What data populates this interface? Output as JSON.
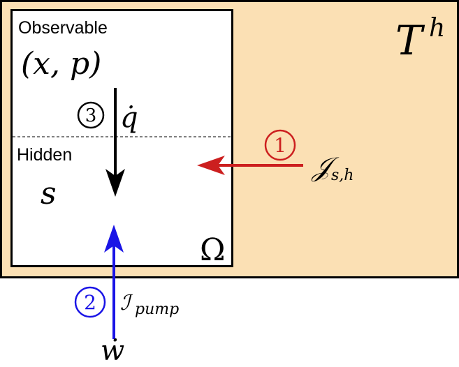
{
  "colors": {
    "reservoir_fill": "#fbe0b4",
    "system_fill": "#ffffff",
    "stroke": "#000000",
    "heat_arrow": "#cc1f1f",
    "work_arrow": "#1a14e6",
    "internal_arrow": "#000000"
  },
  "reservoir": {
    "label_main": "T",
    "label_sup": "h"
  },
  "system": {
    "omega_label": "Ω",
    "observable": {
      "title": "Observable",
      "variables": "(x, p)"
    },
    "hidden": {
      "title": "Hidden",
      "variable": "s"
    }
  },
  "flows": {
    "heat": {
      "number": "1",
      "symbol": "𝒥",
      "subscript": "s,h"
    },
    "work": {
      "number": "2",
      "symbol": "ℐ",
      "subscript": "pump",
      "source": "ẇ"
    },
    "internal": {
      "number": "3",
      "label": "q̇"
    }
  }
}
